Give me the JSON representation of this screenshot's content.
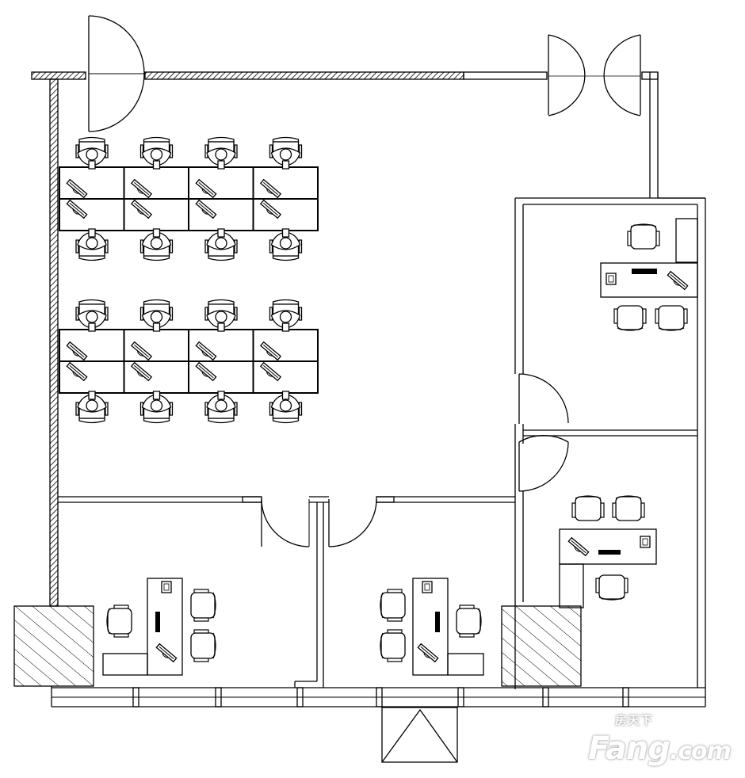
{
  "watermark": {
    "brand_cn": "房天下",
    "brand_main": "Fang",
    "brand_suffix": ".com"
  }
}
